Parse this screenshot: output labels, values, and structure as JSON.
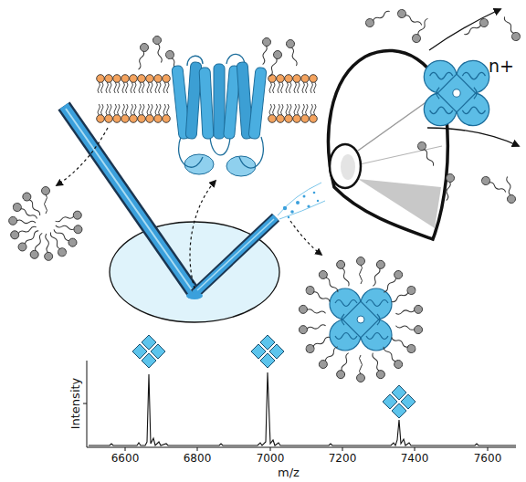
{
  "diagram": {
    "labels": [
      "n+",
      "Intensity",
      "m/z",
      "6600",
      "6800",
      "7000",
      "7200",
      "7400",
      "7600"
    ]
  }
}
